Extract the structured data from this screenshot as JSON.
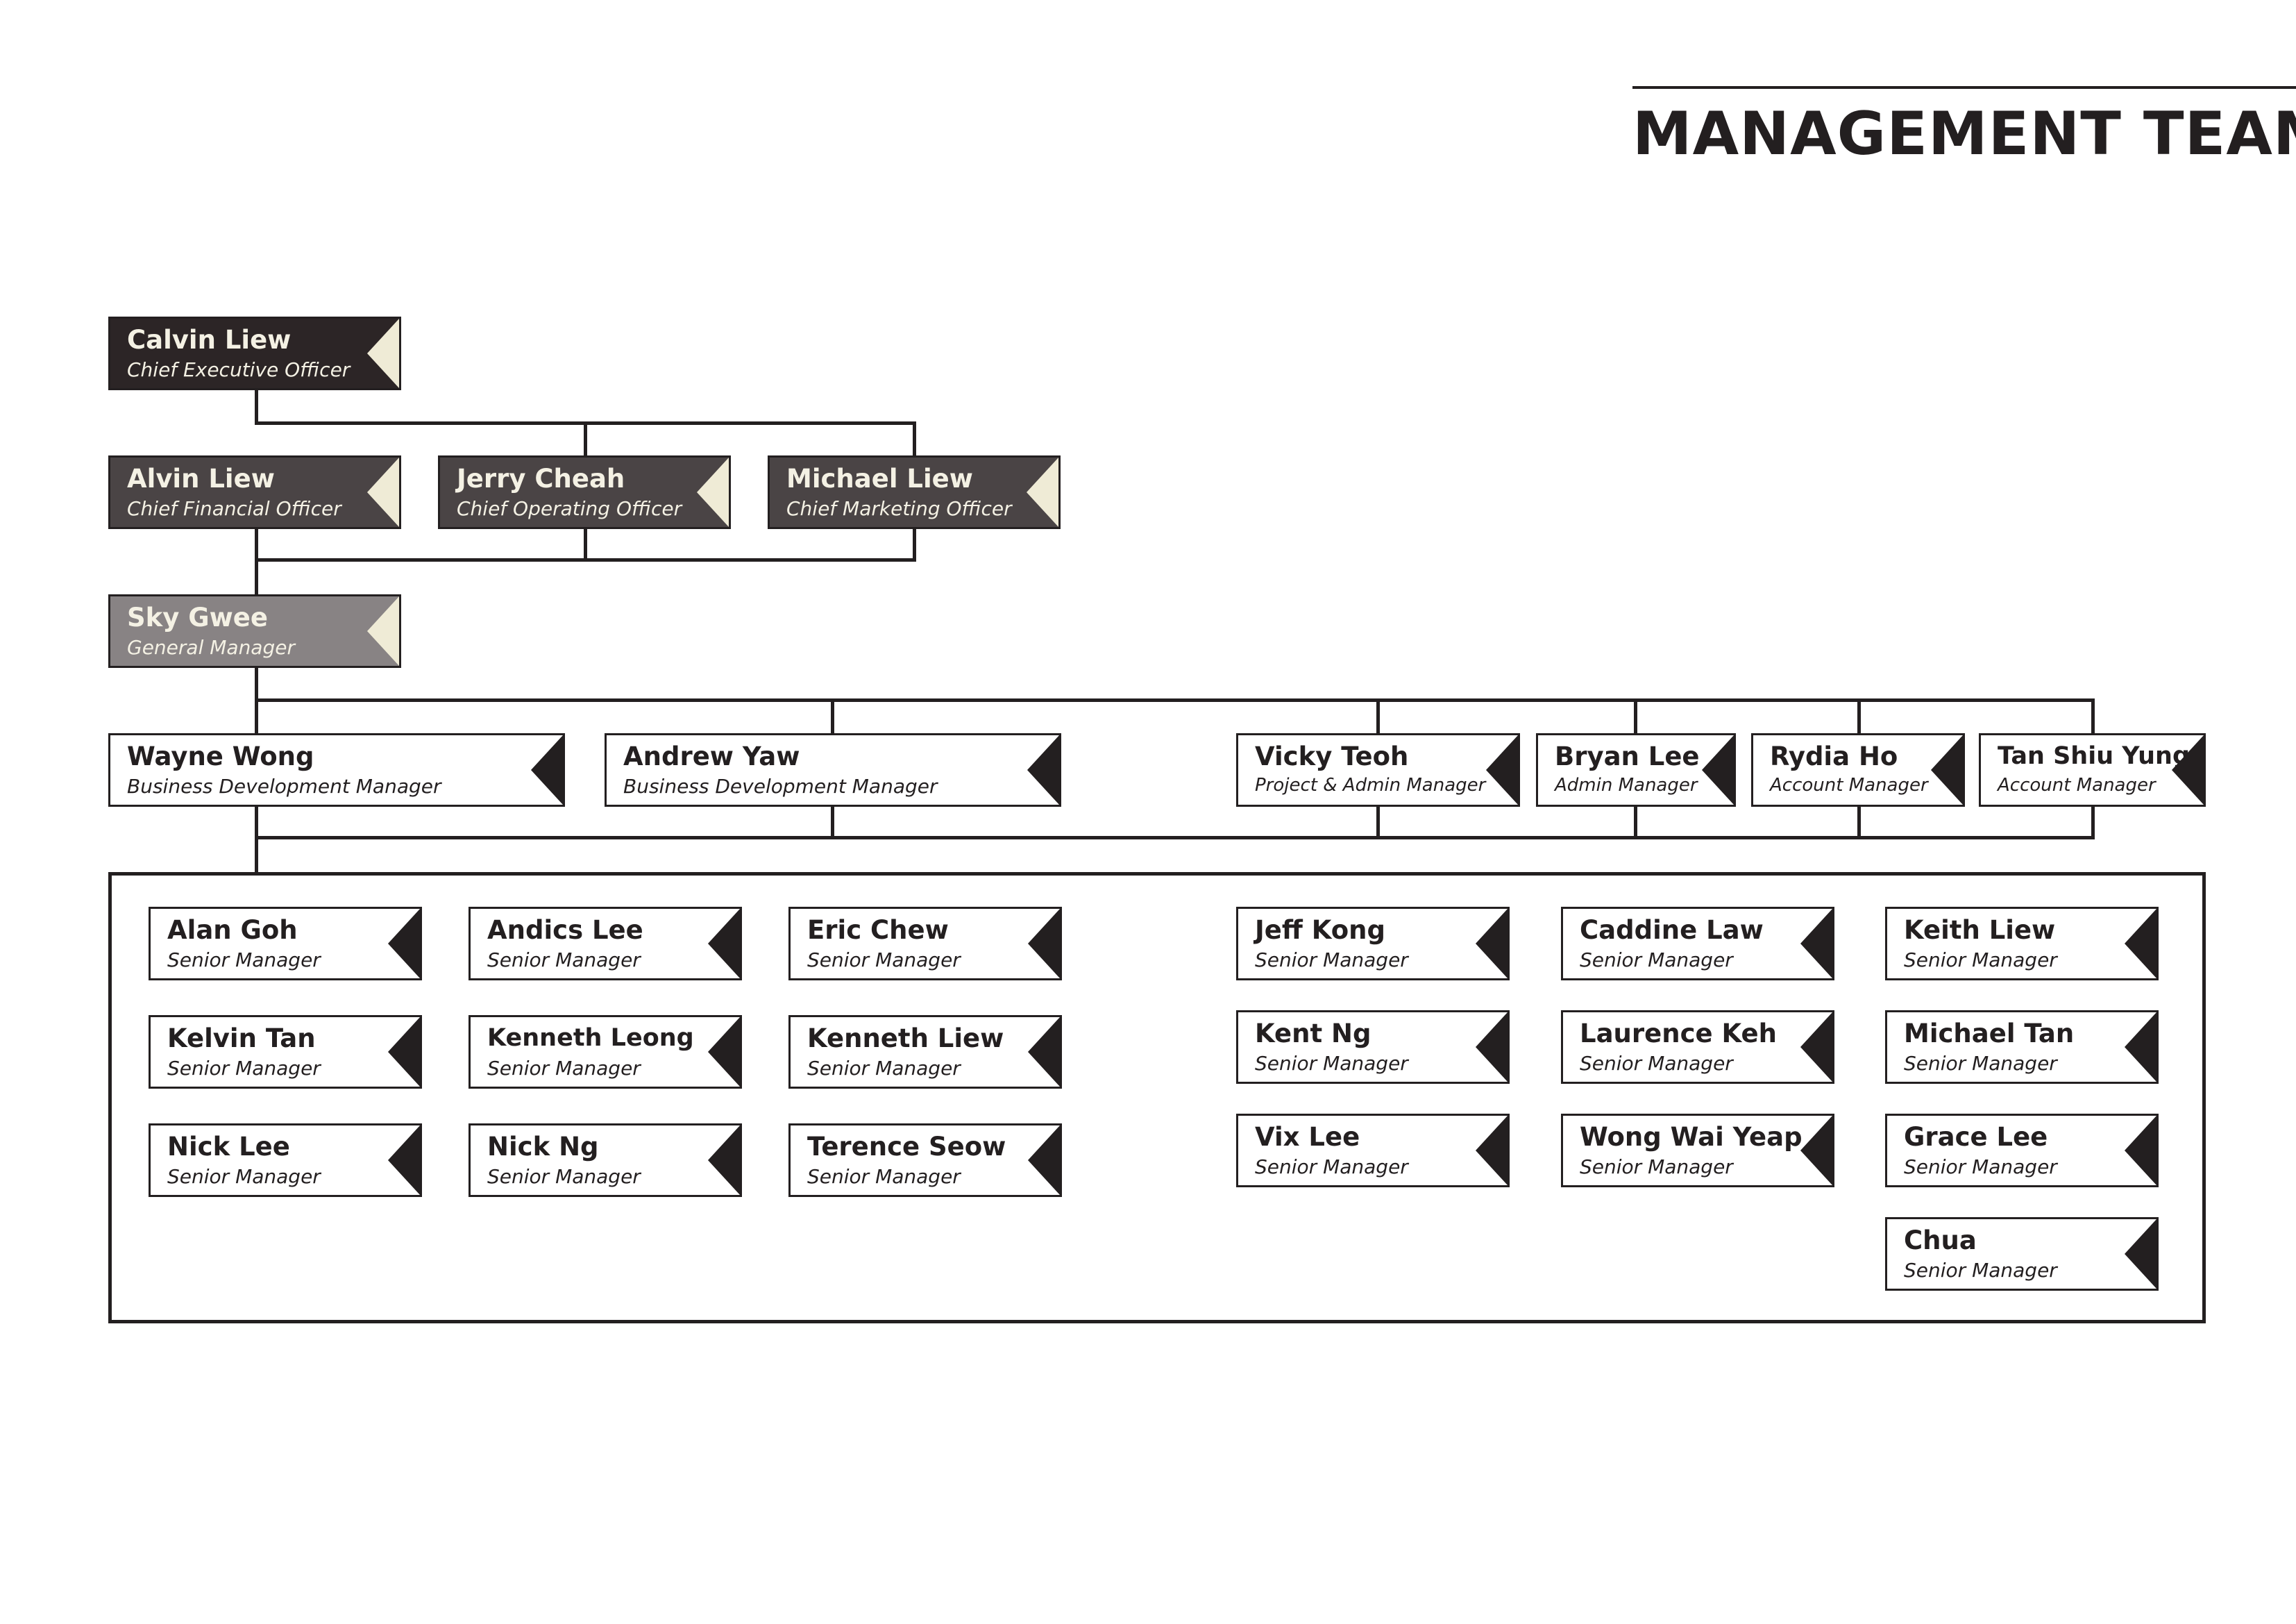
{
  "header": {
    "title": "MANAGEMENT TEAM"
  },
  "colors": {
    "ink": "#231f20",
    "dark_box": "#2c2526",
    "mid_box": "#4a4445",
    "light_box": "#888384",
    "cream_flag": "#efebd6"
  },
  "ceo": {
    "name": "Calvin Liew",
    "role": "Chief Executive Officer"
  },
  "c_suite": [
    {
      "name": "Alvin Liew",
      "role": "Chief Financial Officer"
    },
    {
      "name": "Jerry Cheah",
      "role": "Chief Operating Officer"
    },
    {
      "name": "Michael Liew",
      "role": "Chief Marketing Officer"
    }
  ],
  "gm": {
    "name": "Sky Gwee",
    "role": "General Manager"
  },
  "managers": [
    {
      "name": "Wayne Wong",
      "role": "Business Development Manager"
    },
    {
      "name": "Andrew Yaw",
      "role": "Business Development Manager"
    },
    {
      "name": "Vicky Teoh",
      "role": "Project & Admin Manager"
    },
    {
      "name": "Bryan Lee",
      "role": "Admin Manager"
    },
    {
      "name": "Rydia Ho",
      "role": "Account Manager"
    },
    {
      "name": "Tan Shiu Yung",
      "role": "Account Manager"
    }
  ],
  "senior_left": [
    {
      "name": "Alan Goh",
      "role": "Senior Manager"
    },
    {
      "name": "Andics Lee",
      "role": "Senior Manager"
    },
    {
      "name": "Eric Chew",
      "role": "Senior Manager"
    },
    {
      "name": "Kelvin Tan",
      "role": "Senior Manager"
    },
    {
      "name": "Kenneth Leong",
      "role": "Senior Manager"
    },
    {
      "name": "Kenneth Liew",
      "role": "Senior Manager"
    },
    {
      "name": "Nick Lee",
      "role": "Senior Manager"
    },
    {
      "name": "Nick Ng",
      "role": "Senior Manager"
    },
    {
      "name": "Terence Seow",
      "role": "Senior Manager"
    }
  ],
  "senior_right": [
    {
      "name": "Jeff Kong",
      "role": "Senior Manager"
    },
    {
      "name": "Caddine Law",
      "role": "Senior Manager"
    },
    {
      "name": "Keith Liew",
      "role": "Senior Manager"
    },
    {
      "name": "Kent Ng",
      "role": "Senior Manager"
    },
    {
      "name": "Laurence Keh",
      "role": "Senior Manager"
    },
    {
      "name": "Michael Tan",
      "role": "Senior Manager"
    },
    {
      "name": "Vix Lee",
      "role": "Senior Manager"
    },
    {
      "name": "Wong Wai Yeap",
      "role": "Senior Manager"
    },
    {
      "name": "Grace Lee",
      "role": "Senior Manager"
    },
    {
      "name": "Chua",
      "role": "Senior Manager"
    }
  ]
}
